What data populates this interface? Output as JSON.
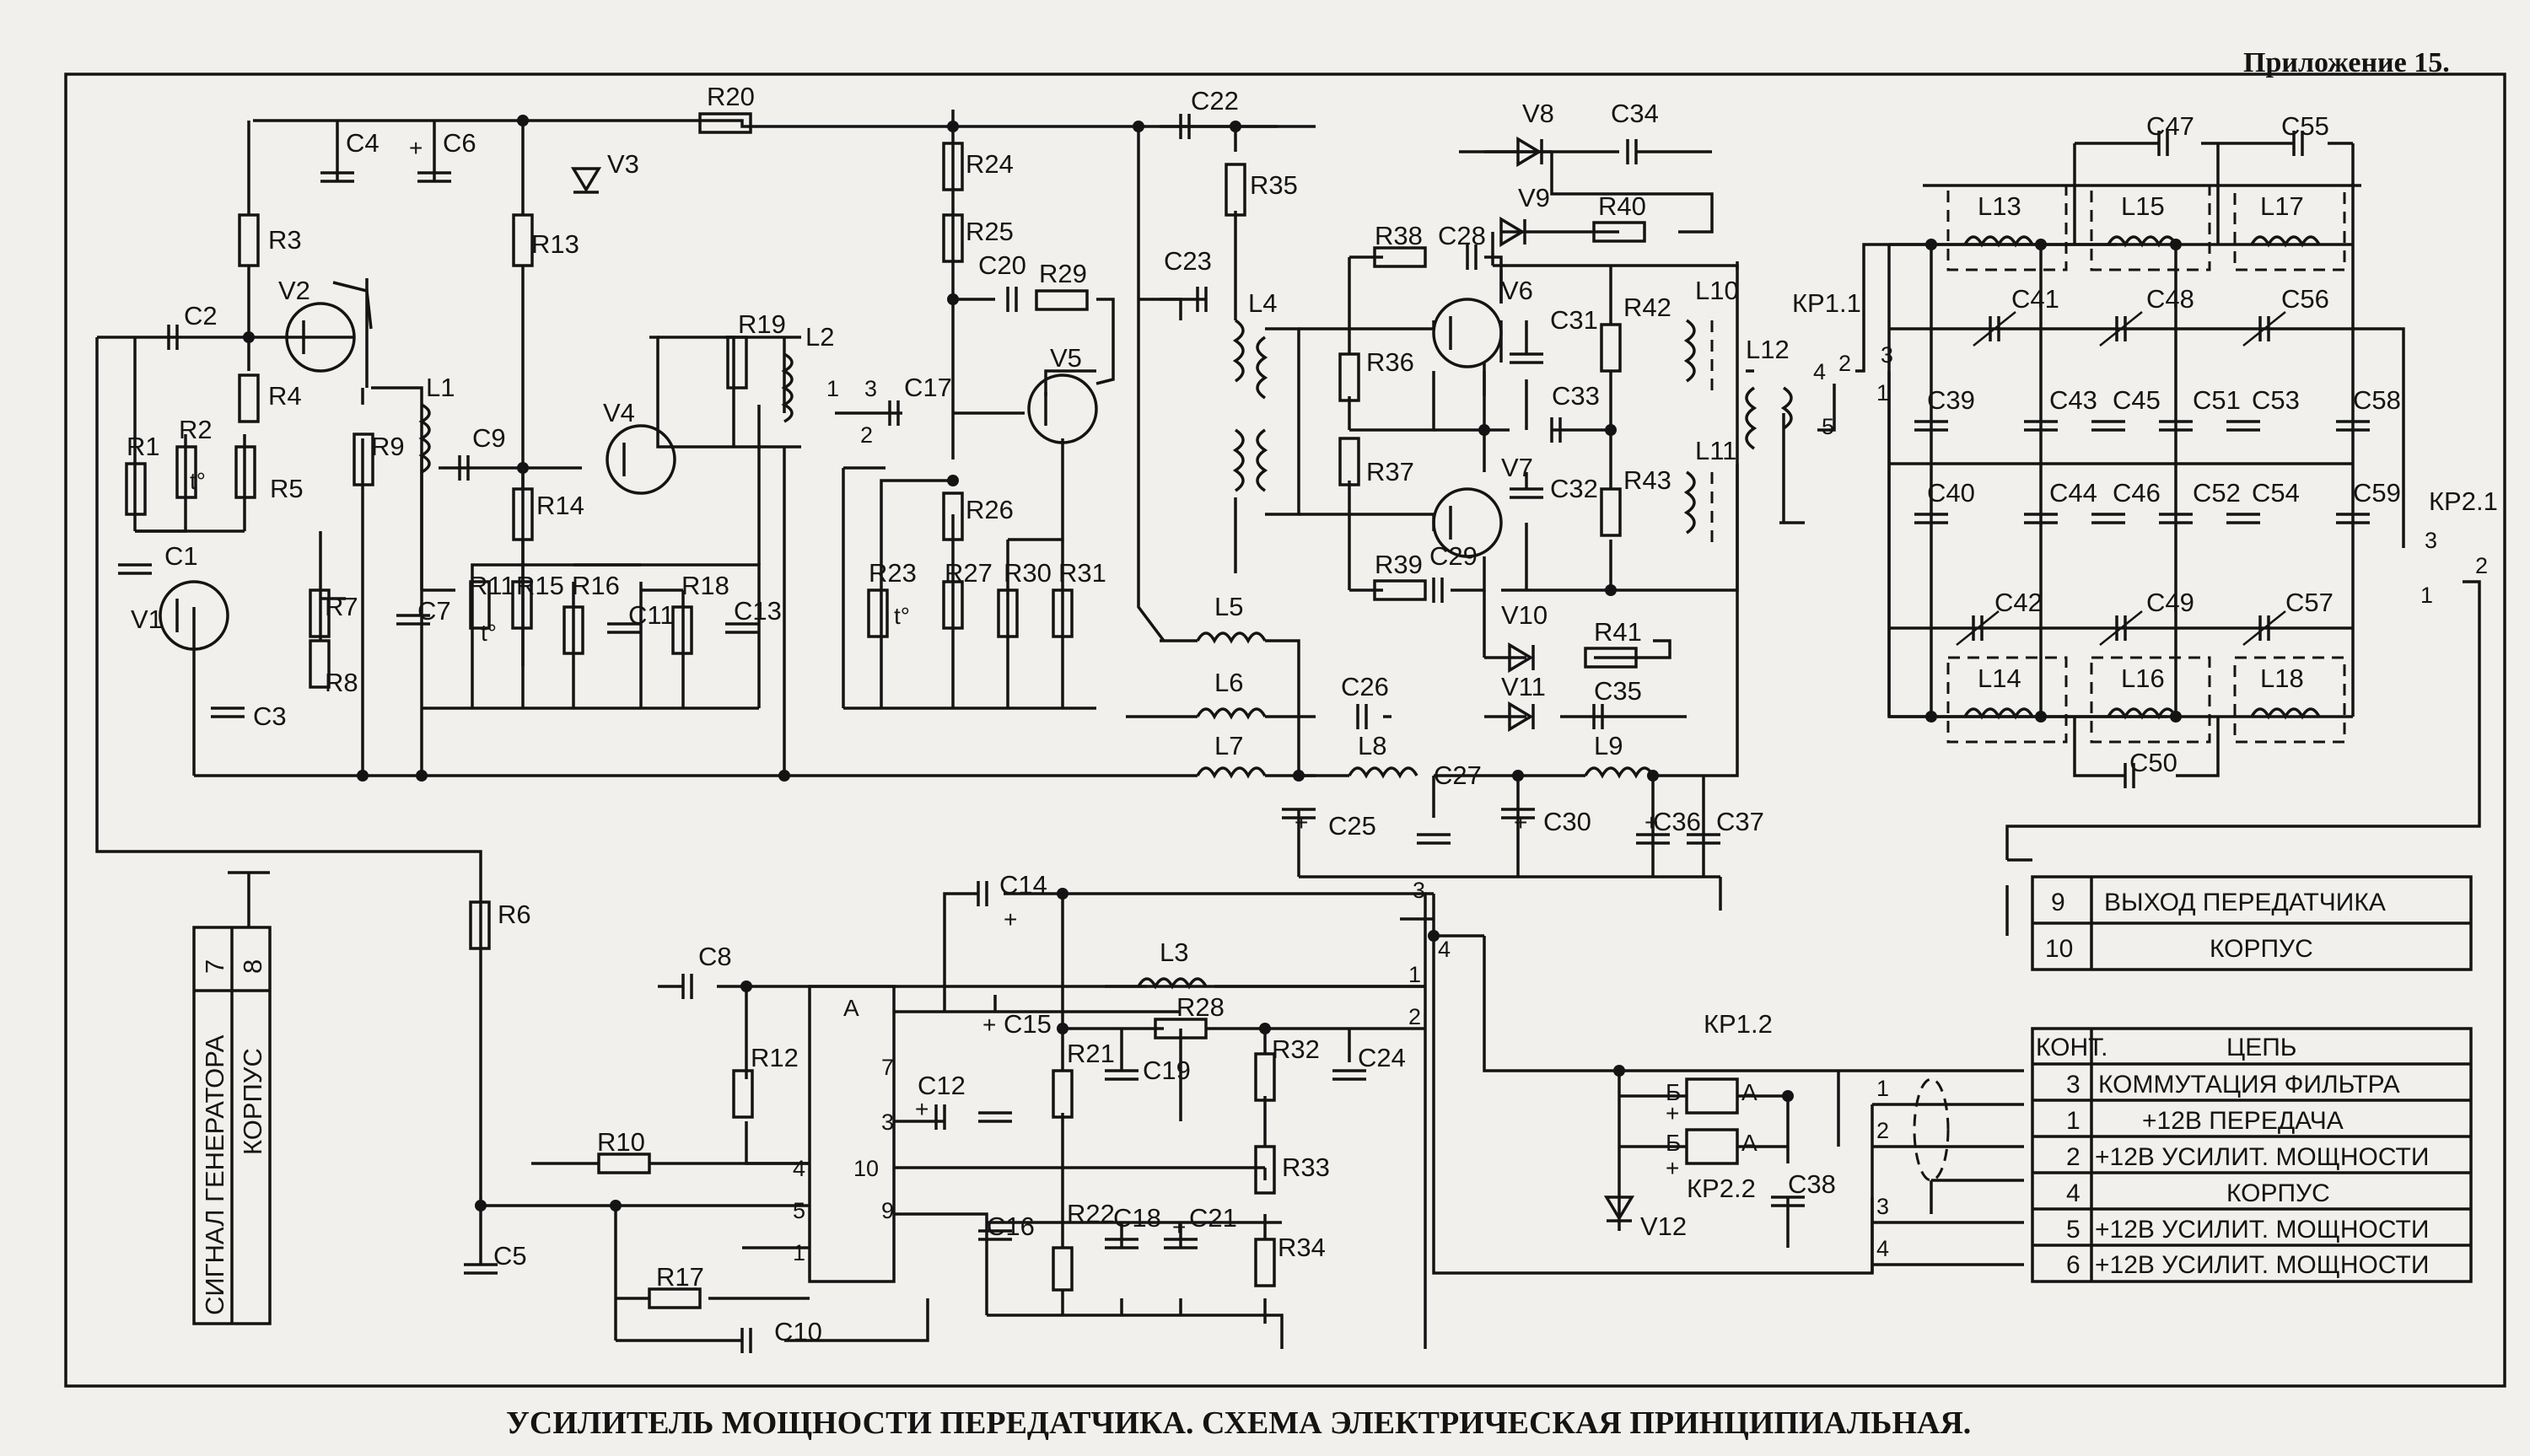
{
  "header": {
    "appendix": "Приложение 15."
  },
  "caption": "УСИЛИТЕЛЬ МОЩНОСТИ ПЕРЕДАТЧИКА. СХЕМА  ЭЛЕКТРИЧЕСКАЯ ПРИНЦИПИАЛЬНАЯ.",
  "connector_left": {
    "label": "СИГНАЛ ГЕНЕРАТОРА",
    "pin": "7",
    "label2": "КОРПУС",
    "pin2": "8"
  },
  "output_table": [
    {
      "pin": "9",
      "label": "ВЫХОД ПЕРЕДАТЧИКА"
    },
    {
      "pin": "10",
      "label": "КОРПУС"
    }
  ],
  "contact_table": {
    "col1": "КОНТ.",
    "col2": "ЦЕПЬ",
    "rows": [
      {
        "pin": "3",
        "label": "КОММУТАЦИЯ ФИЛЬТРА"
      },
      {
        "pin": "1",
        "label": "+12В ПЕРЕДАЧА"
      },
      {
        "pin": "2",
        "label": "+12В УСИЛИТ. МОЩНОСТИ"
      },
      {
        "pin": "4",
        "label": "КОРПУС"
      },
      {
        "pin": "5",
        "label": "+12В УСИЛИТ. МОЩНОСТИ"
      },
      {
        "pin": "6",
        "label": "+12В УСИЛИТ. МОЩНОСТИ"
      }
    ]
  },
  "ic": {
    "name": "A",
    "pins_left": [
      "4",
      "5",
      "1"
    ],
    "pins_right": [
      "7",
      "3",
      "10",
      "9"
    ]
  },
  "relays": {
    "kp11": "КР1.1",
    "kp12": "КР1.2",
    "kp21": "КР2.1",
    "kp22": "КР2.2"
  },
  "labels": {
    "resistors": [
      "R1",
      "R2",
      "R3",
      "R4",
      "R5",
      "R6",
      "R7",
      "R8",
      "R9",
      "R10",
      "R11",
      "R12",
      "R13",
      "R14",
      "R15",
      "R16",
      "R17",
      "R18",
      "R19",
      "R20",
      "R21",
      "R22",
      "R23",
      "R24",
      "R25",
      "R26",
      "R27",
      "R28",
      "R29",
      "R30",
      "R31",
      "R32",
      "R33",
      "R34",
      "R35",
      "R36",
      "R37",
      "R38",
      "R39",
      "R40",
      "R41",
      "R42",
      "R43"
    ],
    "capacitors": [
      "C1",
      "C2",
      "C3",
      "C4",
      "C5",
      "C6",
      "C7",
      "C8",
      "C9",
      "C10",
      "C11",
      "C12",
      "C13",
      "C14",
      "C15",
      "C16",
      "C17",
      "C18",
      "C19",
      "C20",
      "C21",
      "C22",
      "C23",
      "C24",
      "C25",
      "C26",
      "C27",
      "C28",
      "C29",
      "C30",
      "C31",
      "C32",
      "C33",
      "C34",
      "C35",
      "C36",
      "C37",
      "C38",
      "C39",
      "C40",
      "C41",
      "C42",
      "C43",
      "C44",
      "C45",
      "C46",
      "C47",
      "C48",
      "C49",
      "C50",
      "C51",
      "C52",
      "C53",
      "C54",
      "C55",
      "C56",
      "C57",
      "C58",
      "C59"
    ],
    "inductors": [
      "L1",
      "L2",
      "L3",
      "L4",
      "L5",
      "L6",
      "L7",
      "L8",
      "L9",
      "L10",
      "L11",
      "L12",
      "L13",
      "L14",
      "L15",
      "L16",
      "L17",
      "L18"
    ],
    "devices": [
      "V1",
      "V2",
      "V3",
      "V4",
      "V5",
      "V6",
      "V7",
      "V8",
      "V9",
      "V10",
      "V11",
      "V12"
    ]
  },
  "pin_numbers": {
    "p1": "1",
    "p2": "2",
    "p3": "3",
    "p4": "4",
    "p5": "5"
  },
  "misc": {
    "plus": "+",
    "temp": "t°",
    "relay_a": "А",
    "relay_b": "Б"
  }
}
